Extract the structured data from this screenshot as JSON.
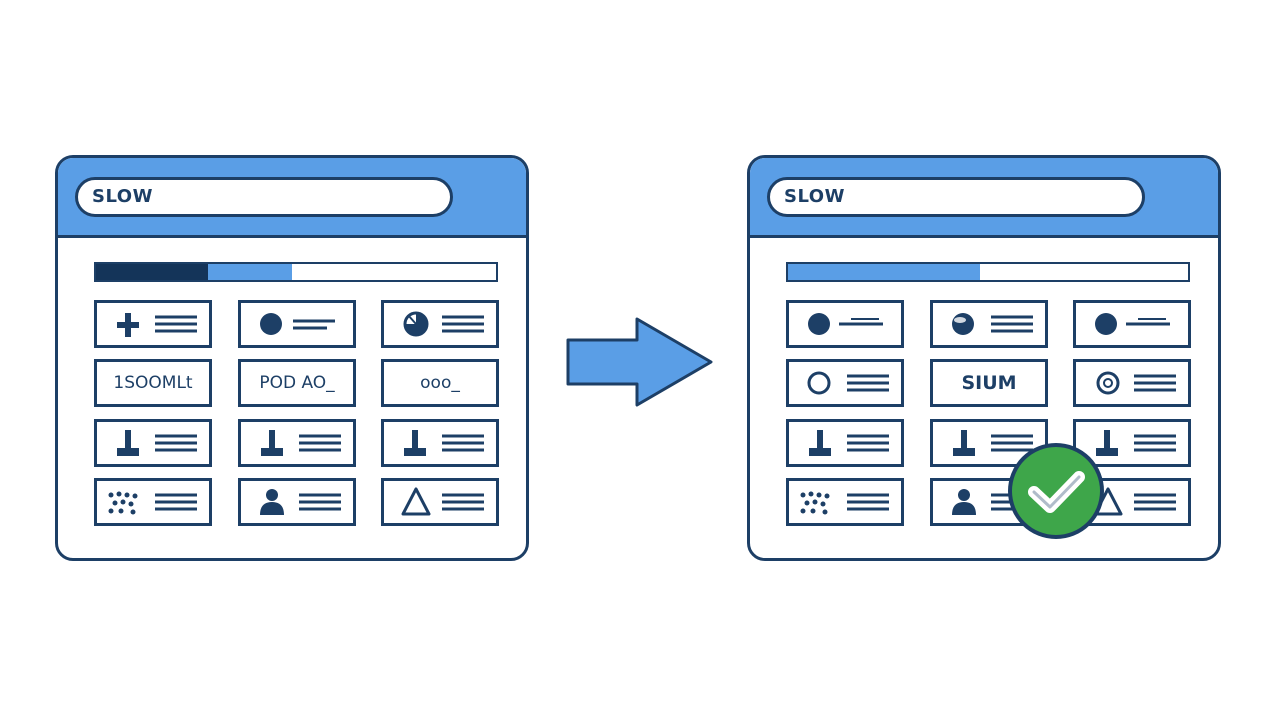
{
  "colors": {
    "outline": "#1d3f66",
    "accent_blue": "#5a9ee6",
    "progress_dark": "#143459",
    "success_green": "#3ea64a"
  },
  "before_window": {
    "address_text": "SLOW",
    "progress": {
      "loaded_dark_fraction": 0.28,
      "loaded_light_fraction": 0.49
    },
    "cards": [
      {
        "icon": "plus-icon"
      },
      {
        "icon": "filled-circle-icon"
      },
      {
        "icon": "pie-chart-icon"
      },
      {
        "text": "1SOOMLt"
      },
      {
        "text": "POD AO_"
      },
      {
        "text": "ooo_"
      },
      {
        "icon": "stamp-icon"
      },
      {
        "icon": "stamp-icon"
      },
      {
        "icon": "stamp-icon"
      },
      {
        "icon": "dotted-pattern-icon"
      },
      {
        "icon": "user-silhouette-icon"
      },
      {
        "icon": "triangle-icon"
      }
    ]
  },
  "after_window": {
    "address_text": "SLOW",
    "progress": {
      "loaded_dark_fraction": 0.0,
      "loaded_light_fraction": 0.48
    },
    "cards": [
      {
        "icon": "filled-circle-icon"
      },
      {
        "icon": "glossy-circle-icon"
      },
      {
        "icon": "filled-circle-icon"
      },
      {
        "icon": "hollow-circle-icon"
      },
      {
        "text": "SIUM"
      },
      {
        "icon": "ring-icon"
      },
      {
        "icon": "stamp-icon"
      },
      {
        "icon": "stamp-icon"
      },
      {
        "icon": "stamp-icon"
      },
      {
        "icon": "dotted-pattern-icon"
      },
      {
        "icon": "user-silhouette-icon"
      },
      {
        "icon": "triangle-icon"
      }
    ]
  },
  "arrow_icon": "arrow-right-icon",
  "badge_icon": "checkmark-icon"
}
